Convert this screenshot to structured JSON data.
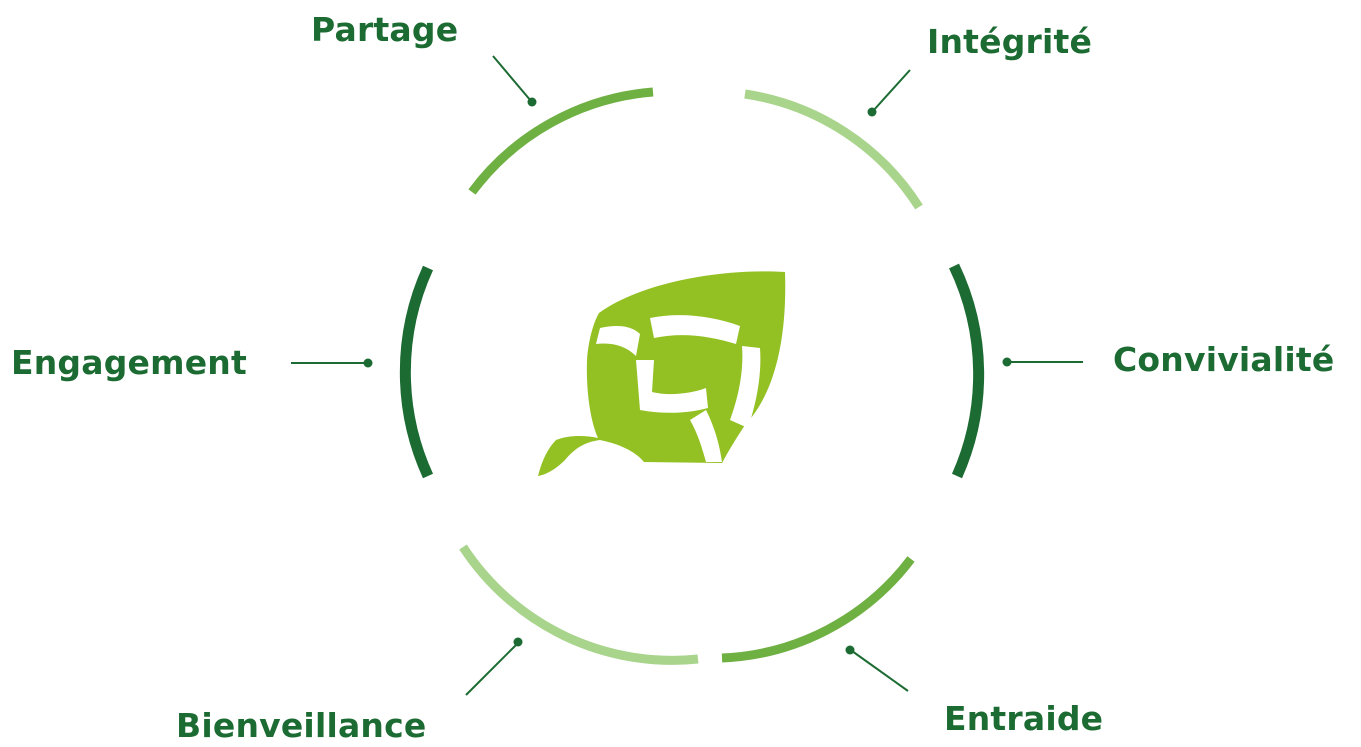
{
  "values": [
    {
      "id": "partage",
      "label": "Partage"
    },
    {
      "id": "integrite",
      "label": "Intégrité"
    },
    {
      "id": "engagement",
      "label": "Engagement"
    },
    {
      "id": "convivialite",
      "label": "Convivialité"
    },
    {
      "id": "bienveillance",
      "label": "Bienveillance"
    },
    {
      "id": "entraide",
      "label": "Entraide"
    }
  ],
  "colors": {
    "text": "#1c6b32",
    "connector": "#1c6b32",
    "arc_dark": "#1c6b32",
    "arc_medium": "#6fb043",
    "arc_light": "#a8d48c",
    "logo": "#93c124",
    "background": "#ffffff"
  },
  "logo": {
    "icon": "leaf-logo-icon"
  }
}
